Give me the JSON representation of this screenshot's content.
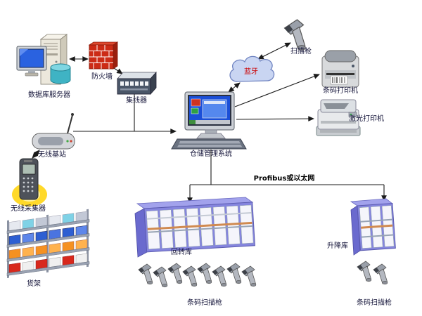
{
  "diagram": {
    "nodes": {
      "database_server": {
        "label": "数据库服务器"
      },
      "firewall": {
        "label": "防火墙"
      },
      "hub": {
        "label": "集线器"
      },
      "wms": {
        "label": "仓储管理系统"
      },
      "bluetooth": {
        "label": "蓝牙"
      },
      "scan_gun": {
        "label": "扫描枪"
      },
      "barcode_printer": {
        "label": "条码打印机"
      },
      "laser_printer": {
        "label": "激光打印机"
      },
      "wireless_station": {
        "label": "无线基站"
      },
      "wireless_collector": {
        "label": "无线采集器"
      },
      "shelf": {
        "label": "货架"
      },
      "carousel": {
        "label": "回转库"
      },
      "lift": {
        "label": "升降库"
      },
      "scanners_center": {
        "label": "条码扫描枪"
      },
      "scanners_right": {
        "label": "条码扫描枪"
      },
      "bus": {
        "label": "Profibus或以太网"
      }
    },
    "colors": {
      "structure_blue": "#8585de",
      "firewall_red": "#cc2b16",
      "glow_yellow": "#ffd92a",
      "screen_blue": "#1b4fd8",
      "bluetooth_text_red": "#cc0000"
    }
  }
}
